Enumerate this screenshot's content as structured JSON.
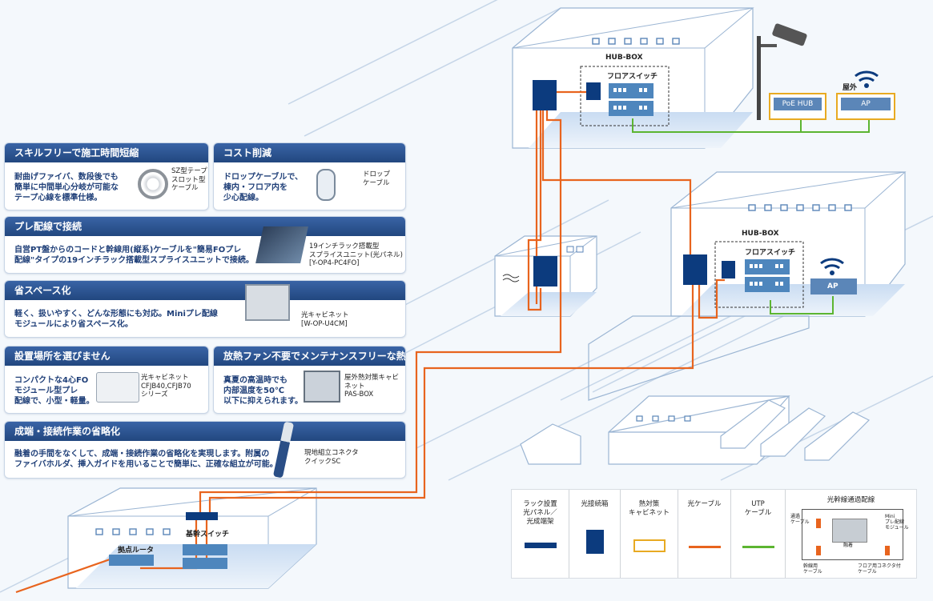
{
  "cards": {
    "skill": {
      "title": "スキルフリーで施工時間短縮",
      "body": "耐曲げファイバ、数段後でも\n簡単に中間単心分岐が可能な\nテープ心線を標準仕様。",
      "caption": "SZ型テープ\nスロット型\nケーブル"
    },
    "cost": {
      "title": "コスト削減",
      "body": "ドロップケーブルで、\n棟内・フロア内を\n少心配線。",
      "caption": "ドロップ\nケーブル"
    },
    "pre": {
      "title": "プレ配線で接続",
      "body": "自営PT盤からのコードと幹線用(縦系)ケーブルを\"簡易FOプレ\n配線\"タイプの19インチラック搭載型スプライスユニットで接続。",
      "caption": "19インチラック搭載型\nスプライスユニット(光パネル)\n[Y-OP4-PC4FO]"
    },
    "space": {
      "title": "省スペース化",
      "body": "軽く、扱いやすく、どんな形態にも対応。Miniプレ配線\nモジュールにより省スペース化。",
      "caption": "光キャビネット\n[W-OP-U4CM]"
    },
    "place": {
      "title": "設置場所を選びません",
      "body": "コンパクトな4心FO\nモジュール型プレ\n配線で、小型・軽量。",
      "caption": "光キャビネット\nCFJB40,CFJB70\nシリーズ"
    },
    "heat": {
      "title": "放熱ファン不要でメンテナンスフリーな熱対策",
      "body": "真夏の高温時でも\n内部温度を50℃\n以下に抑えられます。",
      "caption": "屋外熱対策キャビネット\nPAS-BOX"
    },
    "term": {
      "title": "成端・接続作業の省略化",
      "body": "融着の手間をなくして、成端・接続作業の省略化を実現します。附属の\nファイバホルダ、挿入ガイドを用いることで簡単に、正確な組立が可能。",
      "caption": "現地組立コネクタ\nクイックSC"
    }
  },
  "diagram": {
    "hubbox": "HUB-BOX",
    "floor_switch": "フロアスイッチ",
    "outdoor": "屋外",
    "poe_hub": "PoE HUB",
    "ap": "AP",
    "core_switch": "基幹スイッチ",
    "router": "拠点ルータ"
  },
  "legend": {
    "rack": "ラック設置\n光パネル／\n光成端架",
    "closure": "光接続箱",
    "heat_cab": "熱対策\nキャビネット",
    "fiber": "光ケーブル",
    "utp": "UTP\nケーブル",
    "trunk": "光幹線通過配線",
    "m_drop": "通過\nケーブル",
    "m_mini": "Mini\nプレ配線\nモジュール",
    "m_fuse": "融着",
    "m_trunk": "幹線用\nケーブル",
    "m_conn": "フロア用コネクタ付\nケーブル"
  },
  "colors": {
    "fiber": "#e8641e",
    "utp": "#5cb531",
    "device": "#0c3b7e",
    "cabinet": "#e8aa22",
    "header": "#2b518e"
  }
}
